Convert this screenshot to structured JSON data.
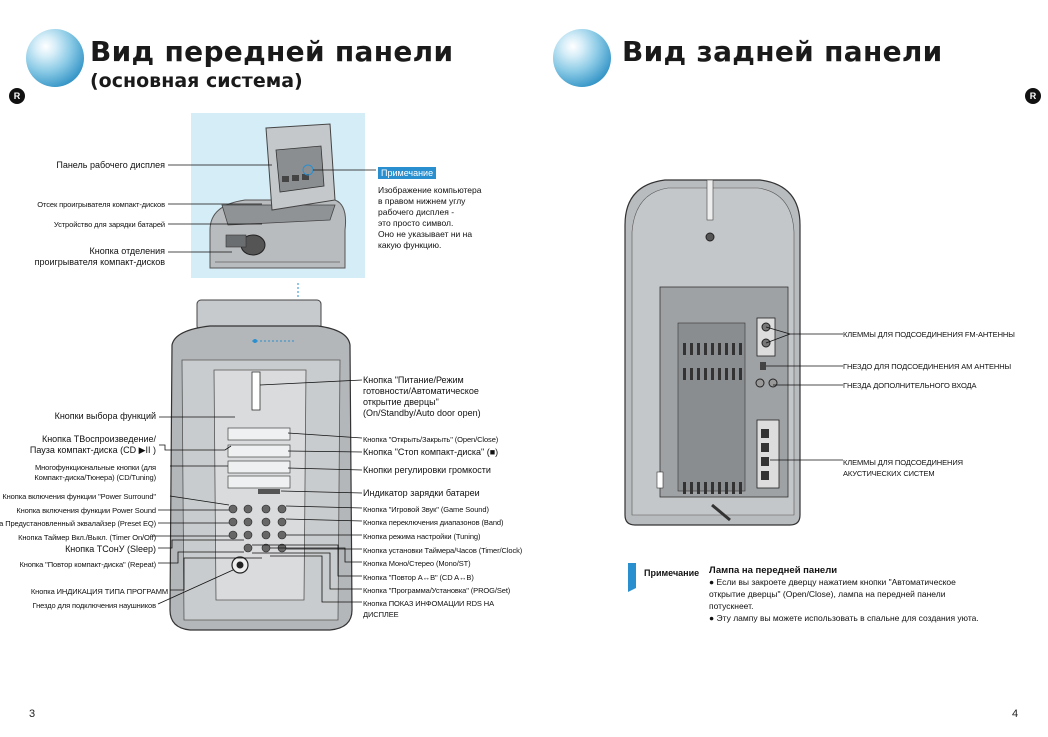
{
  "left_page": {
    "title": "Вид передней панели",
    "subtitle": "(основная система)",
    "badge": "R",
    "page_number": "3",
    "note": {
      "heading": "Примечание",
      "lines": [
        "Изображение компьютера",
        "в правом нижнем углу",
        "рабочего дисплея -",
        "это просто символ.",
        "Оно не указывает ни на",
        "какую функцию."
      ]
    },
    "top_labels": {
      "display_panel": "Панель рабочего дисплея",
      "cd_compartment": "Отсек проигрывателя компакт-дисков",
      "battery_charger": "Устройство для зарядки батарей",
      "cd_release_1": "Кнопка отделения",
      "cd_release_2": "проигрывателя компакт-дисков"
    },
    "left_labels": [
      {
        "text": "Кнопки выбора функций",
        "small": false
      },
      {
        "text": "Кнопка ТВоспроизведение/",
        "small": false
      },
      {
        "text": "Пауза компакт-диска (CD ▶II )",
        "small": false
      },
      {
        "text": "Многофункциональные кнопки (для",
        "small": true
      },
      {
        "text": "Компакт-диска/Тюнера) (CD/Tuning)",
        "small": true
      },
      {
        "text": "Кнопка включения функции \"Power Surround\"",
        "small": true
      },
      {
        "text": "Кнопка включения функции Power Sound",
        "small": true
      },
      {
        "text": "Кнопка Предустановленный эквалайзер (Preset EQ)",
        "small": true
      },
      {
        "text": "Кнопка Таймер Вкл./Выкл. (Timer On/Off)",
        "small": true
      },
      {
        "text": "Кнопка TСонУ (Sleep)",
        "small": false
      },
      {
        "text": "Кнопка \"Повтор компакт-диска\" (Repeat)",
        "small": true
      },
      {
        "text": "Кнопка ИНДИКАЦИЯ ТИПА ПРОГРАММ",
        "small": true
      },
      {
        "text": "Гнездо для подключения наушников",
        "small": true
      }
    ],
    "right_labels": [
      {
        "text": "Кнопка \"Питание/Режим",
        "small": false
      },
      {
        "text": "готовности/Автоматическое",
        "small": false
      },
      {
        "text": "открытие дверцы\"",
        "small": false
      },
      {
        "text": "(On/Standby/Auto door open)",
        "small": false
      },
      {
        "text": "Кнопка \"Открыть/Закрыть\" (Open/Close)",
        "small": true
      },
      {
        "text": "Кнопка \"Стоп компакт-диска\" (■)",
        "small": false
      },
      {
        "text": "Кнопки регулировки громкости",
        "small": false
      },
      {
        "text": "Индикатор зарядки батареи",
        "small": false
      },
      {
        "text": "Кнопка \"Игровой Звук\" (Game Sound)",
        "small": true
      },
      {
        "text": "Кнопка переключения диапазонов (Band)",
        "small": true
      },
      {
        "text": "Кнопка режима настройки (Tuning)",
        "small": true
      },
      {
        "text": "Кнопка установки Таймера/Часов (Timer/Clock)",
        "small": true
      },
      {
        "text": "Кнопка Моно/Стерео (Mono/ST)",
        "small": true
      },
      {
        "text": "Кнопка \"Повтор A↔B\" (CD A↔B)",
        "small": true
      },
      {
        "text": "Кнопка \"Программа/Установка\" (PROG/Set)",
        "small": true
      },
      {
        "text": "Кнопка ПОКАЗ ИНФОМАЦИИ RDS НА",
        "small": true
      },
      {
        "text": "ДИСПЛЕЕ",
        "small": true
      }
    ]
  },
  "right_page": {
    "title": "Вид задней панели",
    "badge": "R",
    "page_number": "4",
    "labels": [
      "КЛЕММЫ ДЛЯ ПОДСОЕДИНЕНИЯ FM-АНТЕННЫ",
      "ГНЕЗДО ДЛЯ ПОДСОЕДИНЕНИЯ AM АНТЕННЫ",
      "ГНЕЗДА ДОПОЛНИТЕЛЬНОГО ВХОДА",
      "КЛЕММЫ ДЛЯ ПОДСОЕДИНЕНИЯ",
      "АКУСТИЧЕСКИХ СИСТЕМ"
    ],
    "note": {
      "heading": "Примечание",
      "title": "Лампа на передней панели",
      "lines": [
        "● Если вы закроете дверцу нажатием кнопки \"Автоматическое",
        "   открытие дверцы\" (Open/Close), лампа на передней панели",
        "   потускнеет.",
        "● Эту лампу вы можете использовать в спальне для создания уюта."
      ]
    }
  },
  "colors": {
    "accent": "#2a8fcf",
    "panel_bg": "#d5edf7",
    "device_gray": "#b9bcbf"
  },
  "icons": [
    "sphere-bullet-icon",
    "registered-badge-icon",
    "note-flag-icon"
  ]
}
